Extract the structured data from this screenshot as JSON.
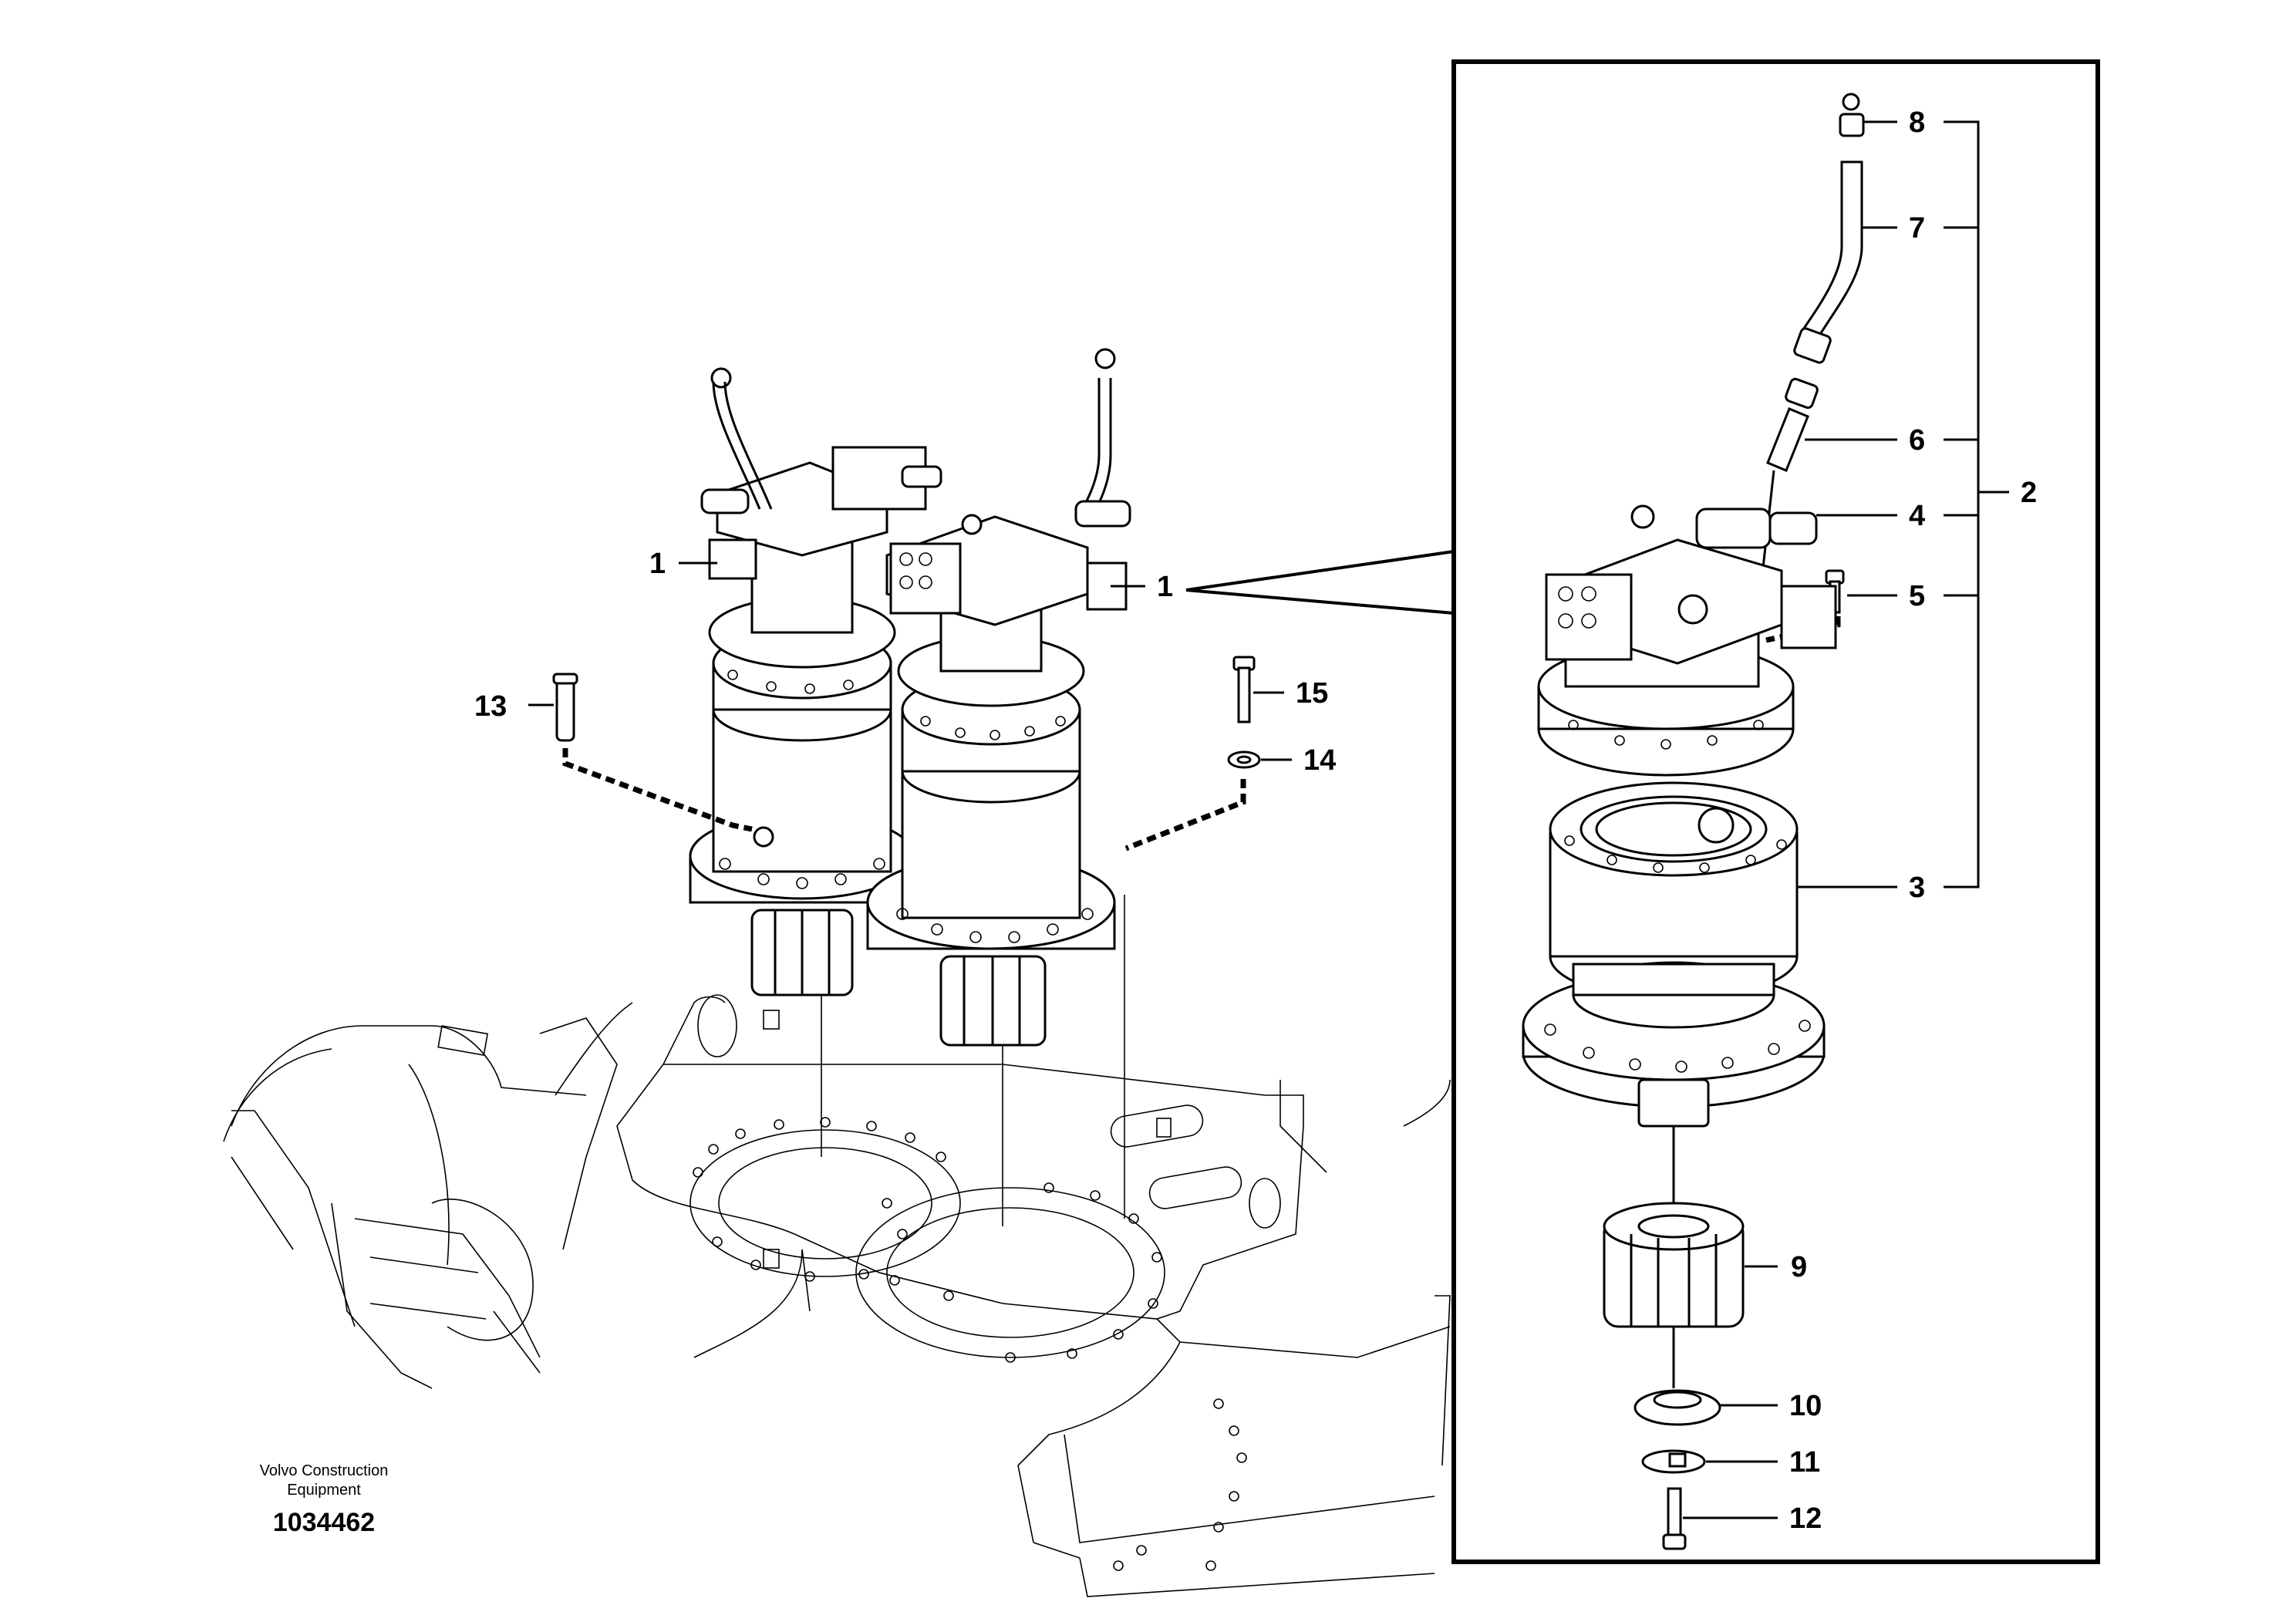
{
  "credit": {
    "line1": "Volvo Construction",
    "line2": "Equipment"
  },
  "doc_number": "1034462",
  "callouts": {
    "c1a": "1",
    "c1b": "1",
    "c2": "2",
    "c3": "3",
    "c4": "4",
    "c5": "5",
    "c6": "6",
    "c7": "7",
    "c8": "8",
    "c9": "9",
    "c10": "10",
    "c11": "11",
    "c12": "12",
    "c13": "13",
    "c14": "14",
    "c15": "15"
  }
}
